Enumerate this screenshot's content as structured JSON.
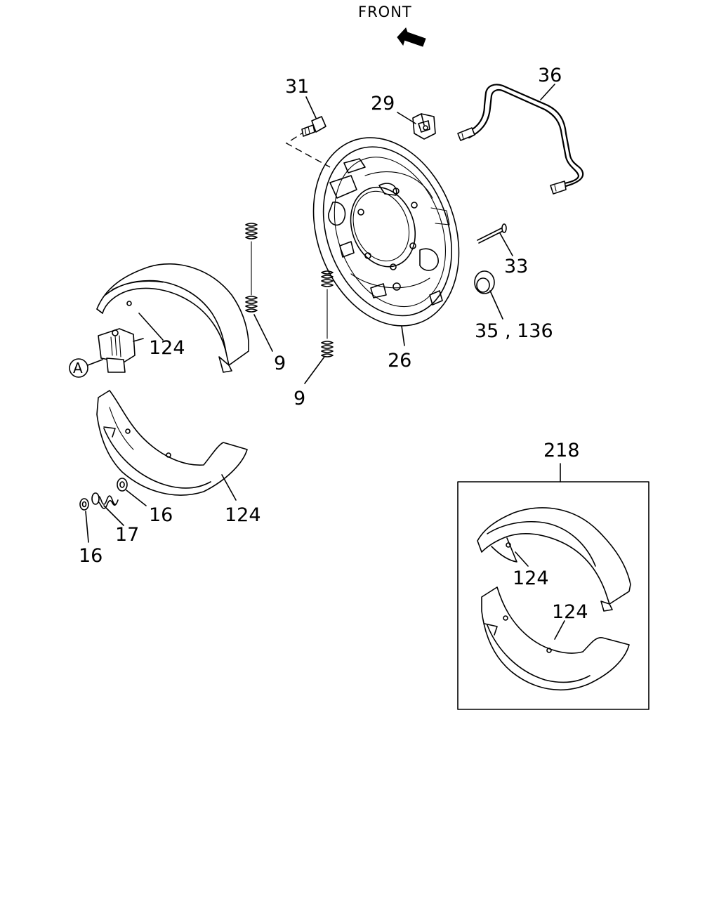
{
  "diagram": {
    "header_label": "FRONT",
    "callout_letter": "A",
    "kit_box_label": "218",
    "parts": [
      {
        "ref": "31"
      },
      {
        "ref": "29"
      },
      {
        "ref": "36"
      },
      {
        "ref": "33"
      },
      {
        "ref": "35 , 136"
      },
      {
        "ref": "26"
      },
      {
        "ref": "9"
      },
      {
        "ref": "9"
      },
      {
        "ref": "124"
      },
      {
        "ref": "124"
      },
      {
        "ref": "16"
      },
      {
        "ref": "17"
      },
      {
        "ref": "16"
      },
      {
        "ref": "124"
      },
      {
        "ref": "124"
      }
    ]
  }
}
